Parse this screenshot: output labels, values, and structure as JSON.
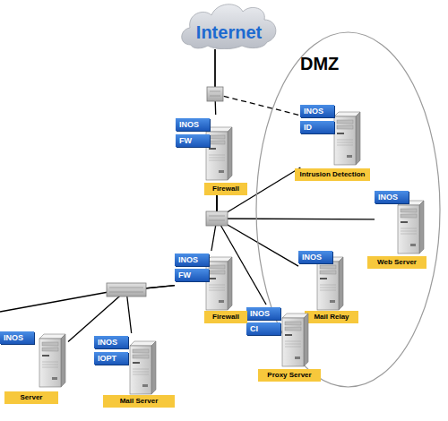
{
  "diagram": {
    "nodes": [
      {
        "text": [
          "Internet"
        ]
      },
      {
        "text": [
          "DMZ"
        ]
      },
      {
        "text": [
          "INOS",
          "FW",
          "Firewall"
        ]
      },
      {
        "text": [
          "INOS",
          "ID",
          "Intrusion Detection"
        ],
        "in": 1
      },
      {
        "text": [
          "INOS",
          "Web Server"
        ],
        "in": 1
      },
      {
        "text": [
          "INOS",
          "FW",
          "Firewall"
        ]
      },
      {
        "text": [
          "INOS",
          "Mail Relay"
        ],
        "in": 1
      },
      {
        "text": [
          "INOS",
          "CI",
          "Proxy Server"
        ],
        "in": 1
      },
      {
        "text": [
          "INOS",
          "Server"
        ]
      },
      {
        "text": [
          "INOS",
          "IOPT",
          "Mail Server"
        ]
      }
    ],
    "edges": [
      {
        "from": 0,
        "to": 2,
        "arrow": "none"
      },
      {
        "from": 0,
        "to": 3,
        "arrow": "none"
      },
      {
        "from": 2,
        "to": 3,
        "arrow": "none"
      },
      {
        "from": 2,
        "to": 4,
        "arrow": "none"
      },
      {
        "from": 2,
        "to": 6,
        "arrow": "none"
      },
      {
        "from": 2,
        "to": 5,
        "arrow": "none"
      },
      {
        "from": 2,
        "to": 7,
        "arrow": "none"
      },
      {
        "from": 5,
        "to": 8,
        "arrow": "none"
      },
      {
        "from": 5,
        "to": 9,
        "arrow": "none"
      }
    ]
  }
}
